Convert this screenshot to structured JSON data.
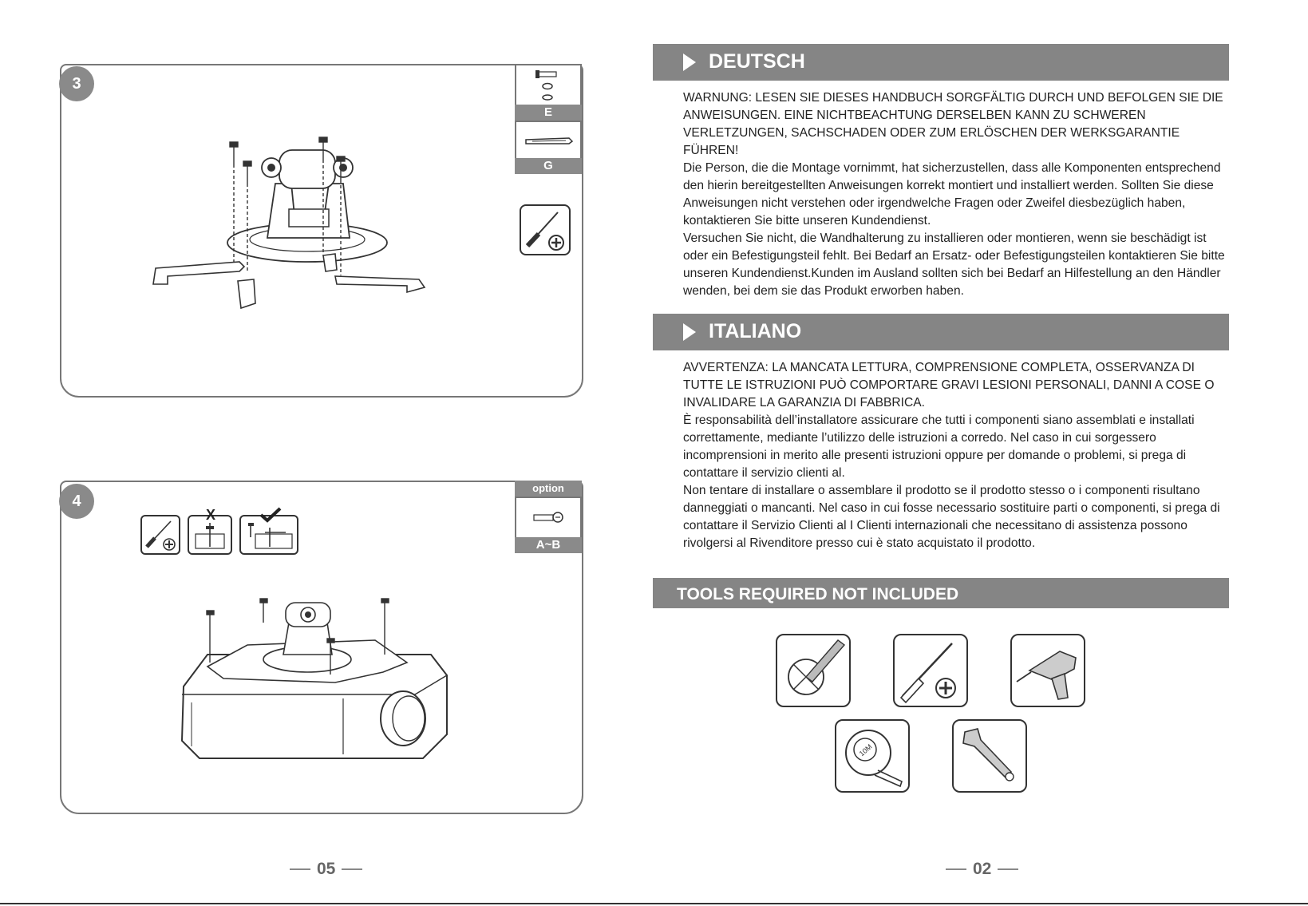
{
  "left_page": {
    "step3": {
      "number": "3",
      "part_e_label": "E",
      "part_g_label": "G"
    },
    "step4": {
      "number": "4",
      "option_label": "option",
      "part_ab_label": "A~B",
      "wrong_mark": "X"
    },
    "page_number": "05"
  },
  "right_page": {
    "deutsch": {
      "heading": "DEUTSCH",
      "warning": "WARNUNG: LESEN SIE DIESES HANDBUCH SORGFÄLTIG DURCH UND BEFOLGEN SIE DIE ANWEISUNGEN. EINE NICHTBEACHTUNG DERSELBEN KANN ZU SCHWEREN VERLETZUNGEN, SACHSCHADEN ODER ZUM ERLÖSCHEN DER WERKSGARANTIE FÜHREN!",
      "p1": "Die Person, die die Montage vornimmt, hat sicherzustellen, dass alle Komponenten entsprechend den hierin bereitgestellten Anweisungen korrekt montiert und installiert werden. Sollten Sie diese Anweisungen nicht verstehen oder irgendwelche Fragen oder Zweifel diesbezüglich haben, kontaktieren Sie bitte unseren Kundendienst.",
      "p2": "Versuchen Sie nicht, die Wandhalterung zu installieren oder montieren, wenn sie beschädigt ist oder ein Befestigungsteil fehlt.  Bei Bedarf an Ersatz- oder Befestigungsteilen kontaktieren Sie bitte unseren Kundendienst.Kunden im Ausland sollten sich bei Bedarf an Hilfestellung an den Händler wenden, bei dem sie das Produkt erworben haben."
    },
    "italiano": {
      "heading": "ITALIANO",
      "warning": "AVVERTENZA: LA MANCATA LETTURA, COMPRENSIONE COMPLETA, OSSERVANZA DI TUTTE LE ISTRUZIONI PUÒ COMPORTARE GRAVI LESIONI PERSONALI, DANNI A COSE O INVALIDARE LA GARANZIA DI FABBRICA.",
      "p1": "È responsabilità dell’installatore assicurare che tutti i componenti siano assemblati e installati correttamente, mediante l’utilizzo delle istruzioni a corredo.  Nel caso in cui sorgessero incomprensioni in merito alle presenti istruzioni oppure per domande o problemi, si prega di contattare il servizio clienti al.",
      "p2": "Non tentare di installare o assemblare il prodotto se il prodotto stesso o i componenti risultano danneggiati o mancanti.  Nel caso in cui fosse necessario sostituire parti o componenti, si prega di contattare il Servizio Clienti al I Clienti internazionali che necessitano di assistenza possono rivolgersi al Rivenditore presso cui è stato acquistato il prodotto."
    },
    "tools": {
      "heading": "TOOLS REQUIRED NOT INCLUDED",
      "tape_label": "10M",
      "items": [
        "pencil-icon",
        "screwdriver-icon",
        "drill-icon",
        "tape-measure-icon",
        "wrench-icon"
      ]
    },
    "page_number": "02"
  }
}
